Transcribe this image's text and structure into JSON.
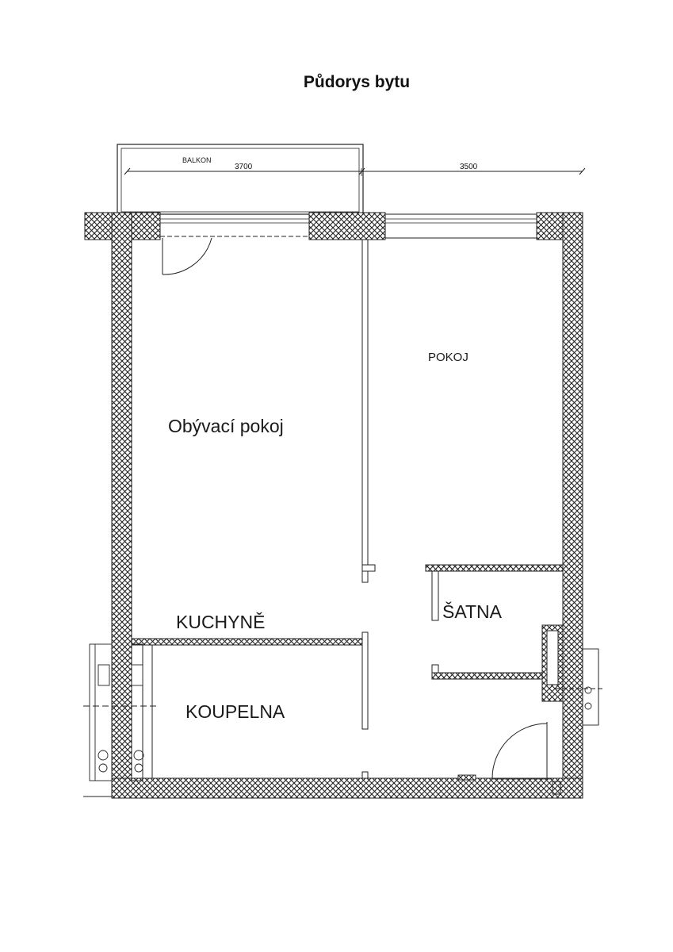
{
  "title": "Půdorys bytu",
  "dimensions": {
    "left_width": "3700",
    "right_width": "3500"
  },
  "rooms": {
    "balcony": "BALKON",
    "living_room": "Obývací pokoj",
    "room": "POKOJ",
    "kitchen": "KUCHYNĚ",
    "bathroom": "KOUPELNA",
    "wardrobe": "ŠATNA"
  }
}
